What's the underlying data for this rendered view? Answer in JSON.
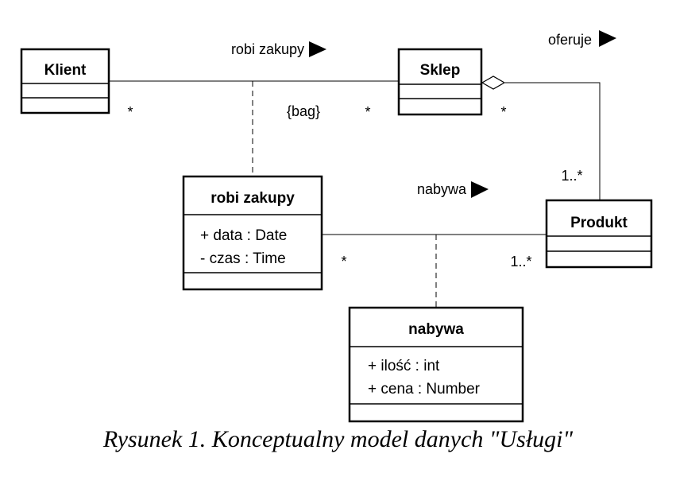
{
  "classes": {
    "klient": {
      "name": "Klient",
      "attributes": []
    },
    "sklep": {
      "name": "Sklep",
      "attributes": []
    },
    "produkt": {
      "name": "Produkt",
      "attributes": []
    },
    "robi_zakupy": {
      "name": "robi zakupy",
      "attributes": [
        "+ data : Date",
        "- czas : Time"
      ]
    },
    "nabywa": {
      "name": "nabywa",
      "attributes": [
        "+ ilość : int",
        "+ cena : Number"
      ]
    }
  },
  "associations": {
    "robi_zakupy": {
      "label": "robi zakupy",
      "constraint": "{bag}",
      "mult_klient": "*",
      "mult_sklep": "*"
    },
    "oferuje": {
      "label": "oferuje",
      "mult_sklep": "*",
      "mult_produkt": "1..*"
    },
    "nabywa": {
      "label": "nabywa",
      "mult_robi_zakupy": "*",
      "mult_produkt": "1..*"
    }
  },
  "caption": "Rysunek 1. Konceptualny model danych \"Usługi\""
}
